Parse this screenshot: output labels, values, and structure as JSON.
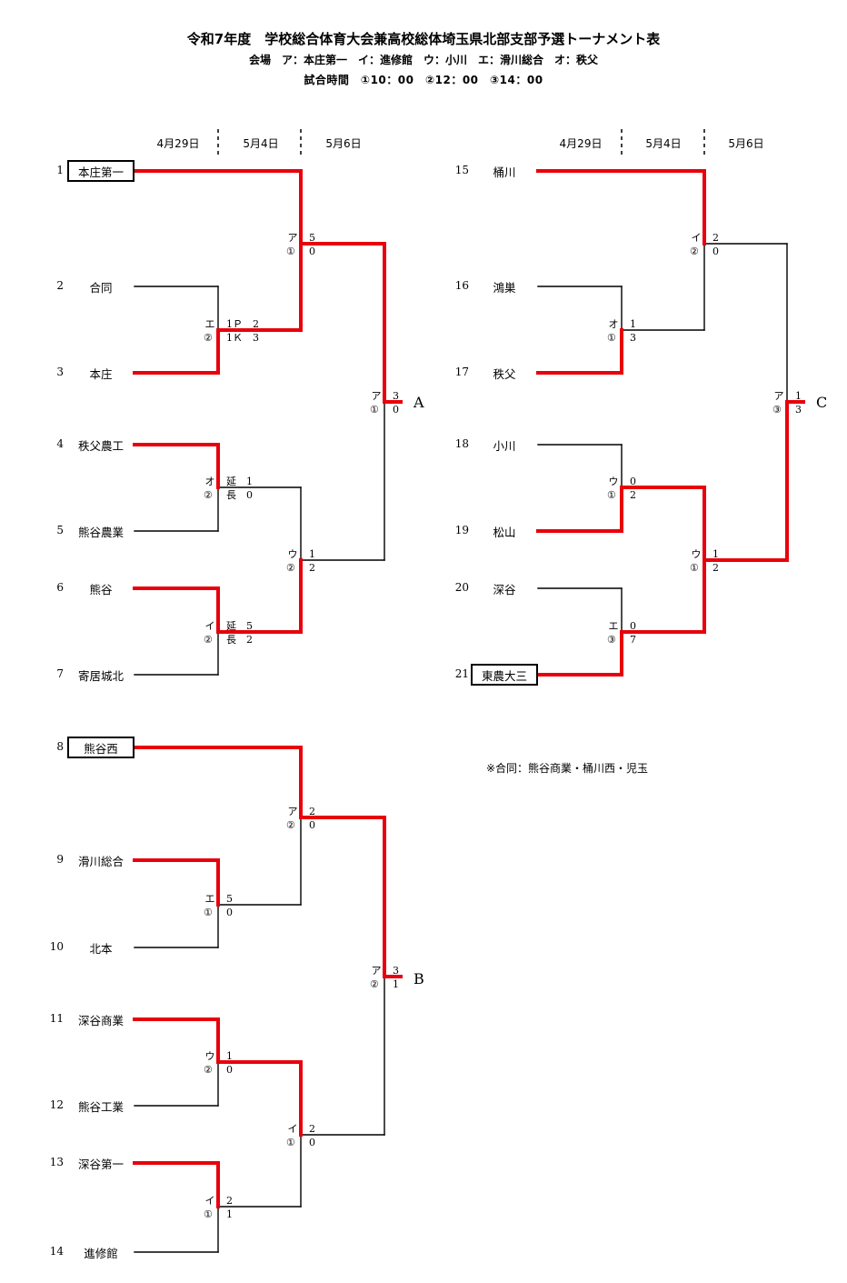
{
  "title": "令和7年度　学校総合体育大会兼高校総体埼玉県北部支部予選トーナメント表",
  "venues": "会場　ア：本庄第一　イ：進修館　ウ：小川　エ：滑川総合　オ：秩父",
  "times": "試合時間　①10：00　②12：00　③14：00",
  "dates": [
    "4月29日",
    "5月4日",
    "5月6日"
  ],
  "teams": [
    {
      "num": "1",
      "name": "本庄第一",
      "boxed": true
    },
    {
      "num": "2",
      "name": "合同",
      "boxed": false
    },
    {
      "num": "3",
      "name": "本庄",
      "boxed": false
    },
    {
      "num": "4",
      "name": "秩父農工",
      "boxed": false
    },
    {
      "num": "5",
      "name": "熊谷農業",
      "boxed": false
    },
    {
      "num": "6",
      "name": "熊谷",
      "boxed": false
    },
    {
      "num": "7",
      "name": "寄居城北",
      "boxed": false
    },
    {
      "num": "8",
      "name": "熊谷西",
      "boxed": true
    },
    {
      "num": "9",
      "name": "滑川総合",
      "boxed": false
    },
    {
      "num": "10",
      "name": "北本",
      "boxed": false
    },
    {
      "num": "11",
      "name": "深谷商業",
      "boxed": false
    },
    {
      "num": "12",
      "name": "熊谷工業",
      "boxed": false
    },
    {
      "num": "13",
      "name": "深谷第一",
      "boxed": false
    },
    {
      "num": "14",
      "name": "進修館",
      "boxed": false
    },
    {
      "num": "15",
      "name": "桶川",
      "boxed": false
    },
    {
      "num": "16",
      "name": "鴻巣",
      "boxed": false
    },
    {
      "num": "17",
      "name": "秩父",
      "boxed": false
    },
    {
      "num": "18",
      "name": "小川",
      "boxed": false
    },
    {
      "num": "19",
      "name": "松山",
      "boxed": false
    },
    {
      "num": "20",
      "name": "深谷",
      "boxed": false
    },
    {
      "num": "21",
      "name": "東農大三",
      "boxed": true
    }
  ],
  "matches": [
    {
      "venue": "エ",
      "time": "②",
      "top": "1Ｐ　2",
      "bottom": "1Ｋ　3"
    },
    {
      "venue": "ア",
      "time": "①",
      "top": "5",
      "bottom": "0"
    },
    {
      "venue": "オ",
      "time": "②",
      "top": "延　1",
      "bottom": "長　0"
    },
    {
      "venue": "イ",
      "time": "②",
      "top": "延　5",
      "bottom": "長　2"
    },
    {
      "venue": "ウ",
      "time": "②",
      "top": "1",
      "bottom": "2"
    },
    {
      "venue": "ア",
      "time": "①",
      "top": "3",
      "bottom": "0"
    },
    {
      "venue": "エ",
      "time": "①",
      "top": "5",
      "bottom": "0"
    },
    {
      "venue": "ア",
      "time": "②",
      "top": "2",
      "bottom": "0"
    },
    {
      "venue": "ウ",
      "time": "②",
      "top": "1",
      "bottom": "0"
    },
    {
      "venue": "イ",
      "time": "①",
      "top": "2",
      "bottom": "1"
    },
    {
      "venue": "イ",
      "time": "①",
      "top": "2",
      "bottom": "0"
    },
    {
      "venue": "ア",
      "time": "②",
      "top": "3",
      "bottom": "1"
    },
    {
      "venue": "オ",
      "time": "①",
      "top": "1",
      "bottom": "3"
    },
    {
      "venue": "イ",
      "time": "②",
      "top": "2",
      "bottom": "0"
    },
    {
      "venue": "ウ",
      "time": "①",
      "top": "0",
      "bottom": "2"
    },
    {
      "venue": "エ",
      "time": "③",
      "top": "0",
      "bottom": "7"
    },
    {
      "venue": "ウ",
      "time": "①",
      "top": "1",
      "bottom": "2"
    },
    {
      "venue": "ア",
      "time": "③",
      "top": "1",
      "bottom": "3"
    }
  ],
  "finals": [
    "A",
    "B",
    "C"
  ],
  "note": "※合同：熊谷商業・桶川西・児玉",
  "colors": {
    "winner_line": "#e8000b",
    "loser_line": "#000000"
  }
}
